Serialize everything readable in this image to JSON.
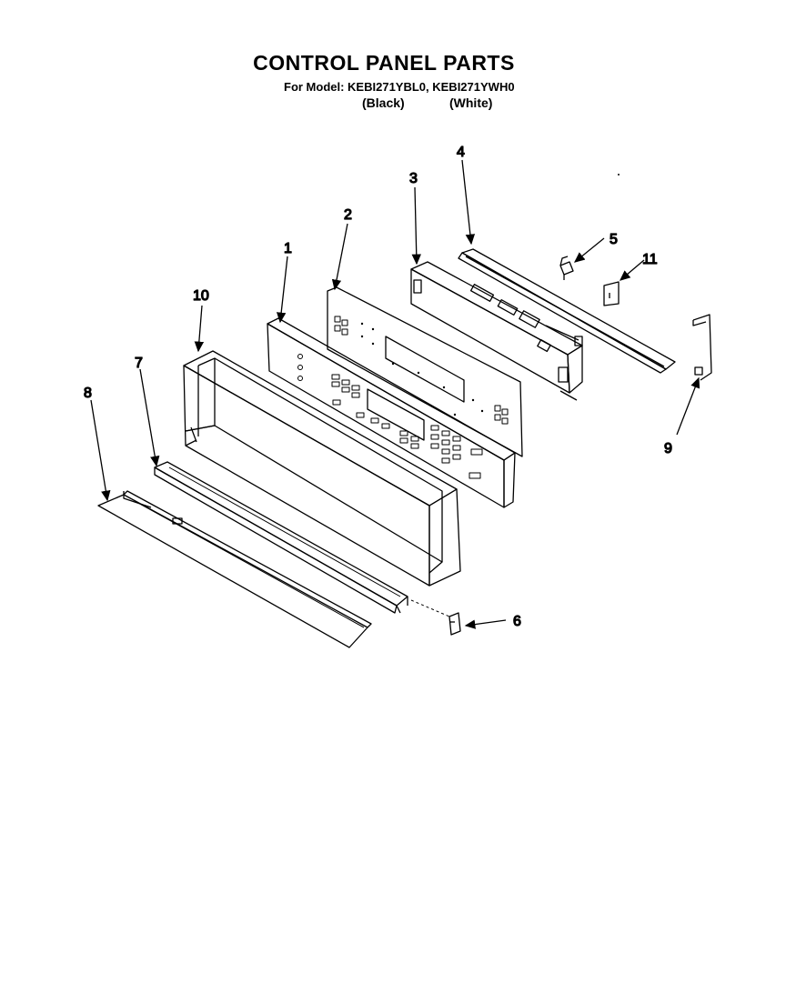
{
  "header": {
    "title": "CONTROL PANEL PARTS",
    "model_line": "For Model: KEBI271YBL0, KEBI271YWH0",
    "variant_black": "(Black)",
    "variant_white": "(White)"
  },
  "callouts": {
    "part_1": "1",
    "part_2": "2",
    "part_3": "3",
    "part_4": "4",
    "part_5": "5",
    "part_6": "6",
    "part_7": "7",
    "part_8": "8",
    "part_9": "9",
    "part_10": "10",
    "part_11": "11"
  },
  "colors": {
    "line": "#000000",
    "background": "#ffffff"
  }
}
